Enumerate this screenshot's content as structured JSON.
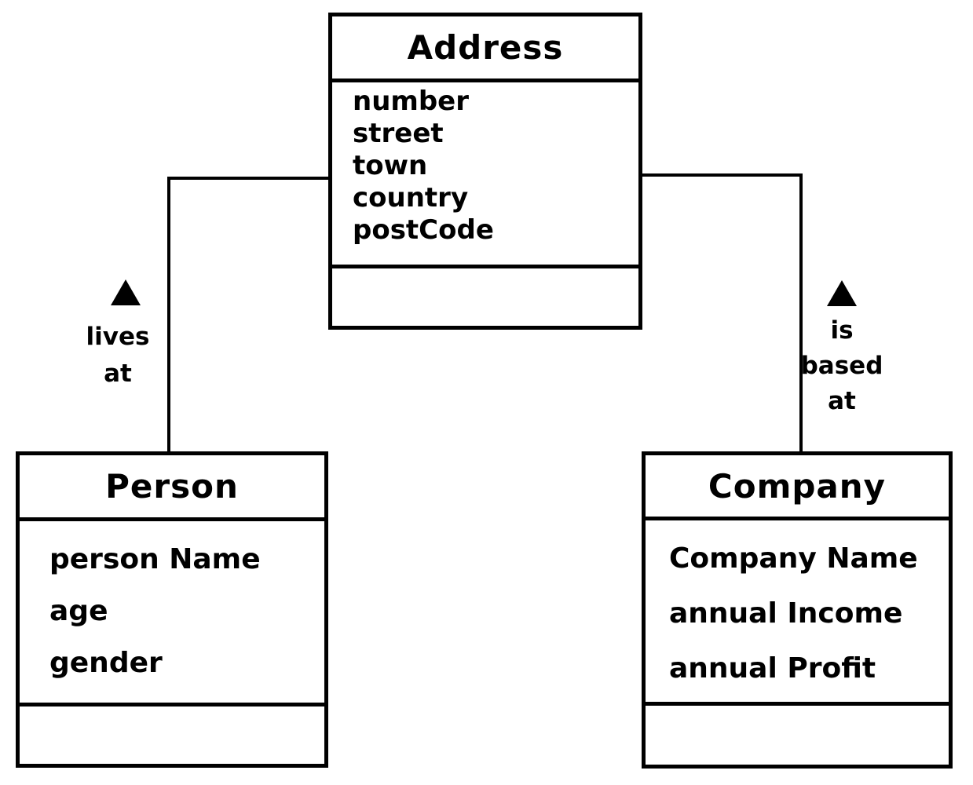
{
  "diagram": {
    "type": "uml-class-diagram",
    "colors": {
      "stroke": "#000000",
      "background": "#ffffff"
    },
    "classes": [
      {
        "name": "Address",
        "attributes": [
          "number",
          "street",
          "town",
          "country",
          "postCode"
        ],
        "methods": []
      },
      {
        "name": "Person",
        "attributes": [
          "person Name",
          "age",
          "gender"
        ],
        "methods": []
      },
      {
        "name": "Company",
        "attributes": [
          "Company Name",
          "annual Income",
          "annual Profit"
        ],
        "methods": []
      }
    ],
    "associations": [
      {
        "from": "Person",
        "to": "Address",
        "label": "lives\nat",
        "arrow": "filled-triangle-up"
      },
      {
        "from": "Company",
        "to": "Address",
        "label": "is\nbased\nat",
        "arrow": "filled-triangle-up"
      }
    ]
  }
}
